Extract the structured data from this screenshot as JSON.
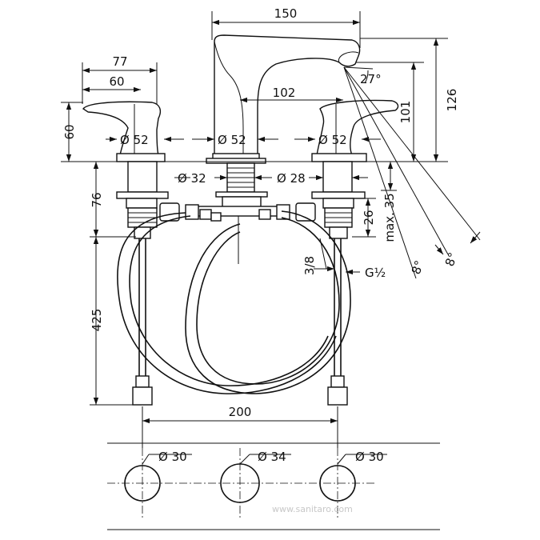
{
  "dimensions": {
    "spout_width": "150",
    "spout_reach": "102",
    "spout_angle": "27°",
    "handle_width_outer": "77",
    "handle_width_inner": "60",
    "handle_height": "60",
    "left_base_dia": "Ø 52",
    "center_base_dia": "Ø 52",
    "right_base_dia": "Ø 52",
    "spout_height_outlet": "101",
    "spout_height_total": "126",
    "shank_dia_spout": "Ø 32",
    "shank_dia_valve": "Ø 28",
    "deck_to_valve": "76",
    "valve_thread_length": "26",
    "max_deck_thickness": "max. 35",
    "thread_3_8": "3/8",
    "thread_g_half": "G½",
    "hose_length": "425",
    "spray_angle_1": "8°",
    "spray_angle_2": "8°",
    "hole_spacing": "200",
    "hole_dia_left": "Ø 30",
    "hole_dia_center": "Ø 34",
    "hole_dia_right": "Ø 30"
  },
  "watermark": "www.sanitaro.com"
}
